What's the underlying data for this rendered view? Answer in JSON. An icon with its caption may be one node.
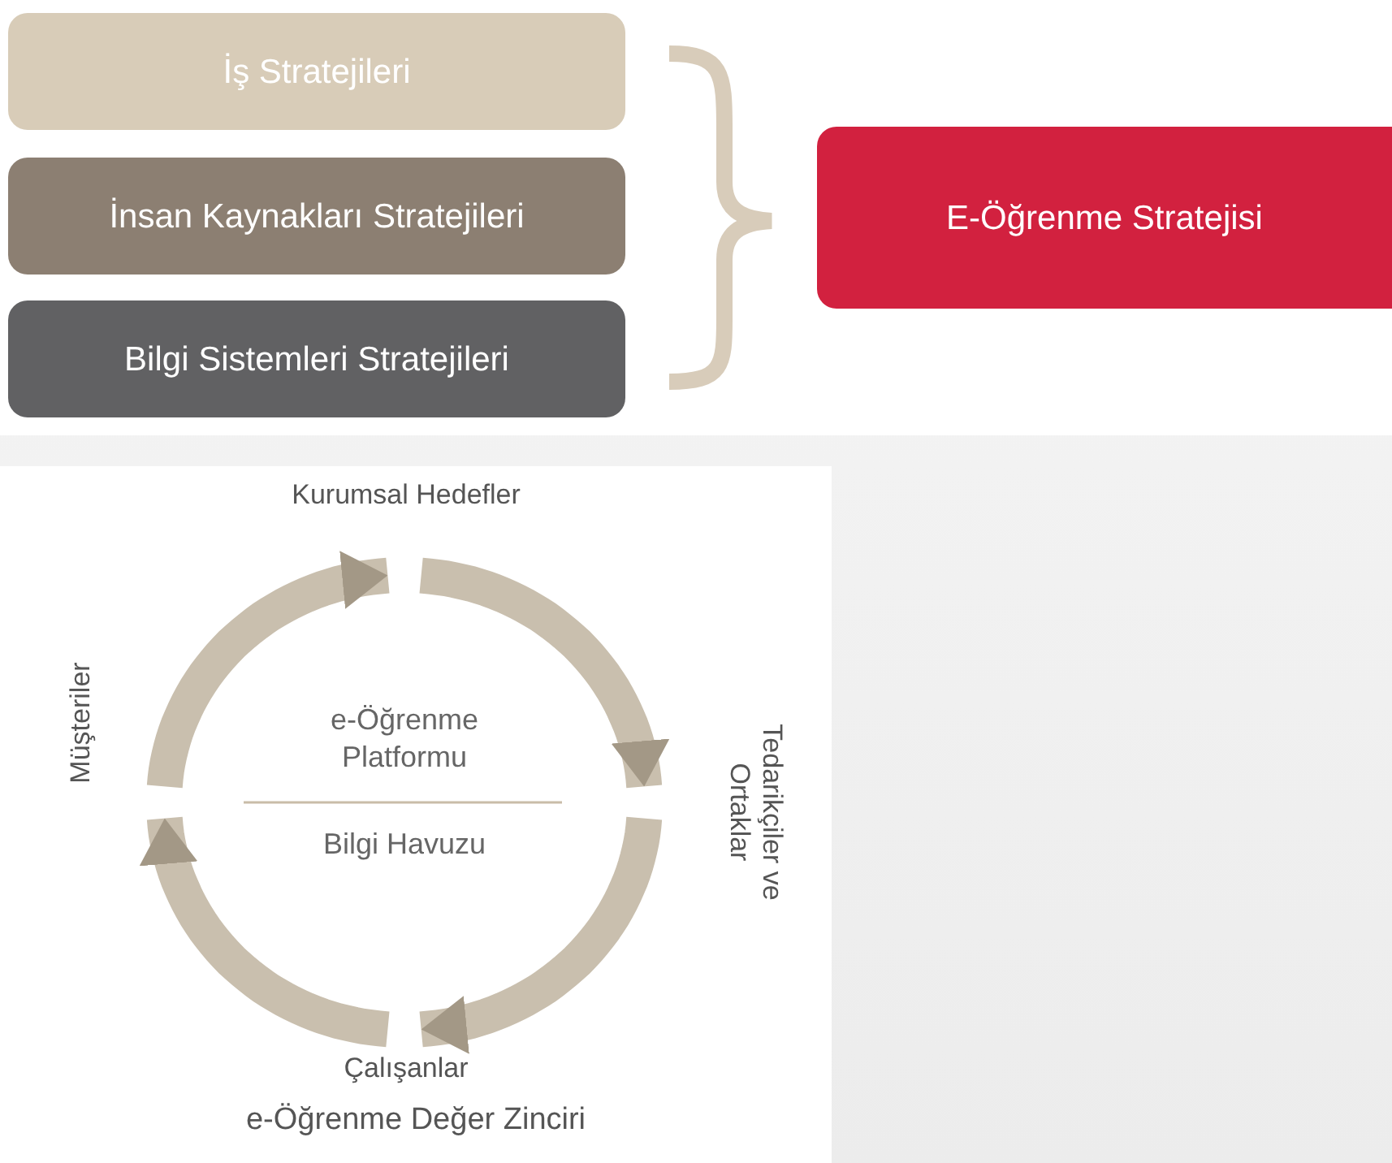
{
  "diagram": {
    "caption": "e-Öğrenme Değer Zinciri",
    "nodes": [
      {
        "text": [
          "İş Stratejileri"
        ]
      },
      {
        "text": [
          "İnsan Kaynakları Stratejileri"
        ]
      },
      {
        "text": [
          "Bilgi Sistemleri Stratejileri"
        ]
      },
      {
        "text": [
          "E-Öğrenme Stratejisi"
        ]
      },
      {
        "text": [
          "Kurumsal Hedefler"
        ]
      },
      {
        "text": [
          "Tedarikçiler ve Ortaklar"
        ]
      },
      {
        "text": [
          "Çalışanlar"
        ]
      },
      {
        "text": [
          "Müşteriler"
        ]
      }
    ],
    "edges": [
      {
        "from": 4,
        "to": 5,
        "arrow": "to"
      },
      {
        "from": 5,
        "to": 6,
        "arrow": "to"
      },
      {
        "from": 6,
        "to": 7,
        "arrow": "to"
      },
      {
        "from": 7,
        "to": 4,
        "arrow": "to"
      }
    ],
    "labels": [
      "e-Öğrenme Platformu",
      "Bilgi Havuzu"
    ]
  }
}
